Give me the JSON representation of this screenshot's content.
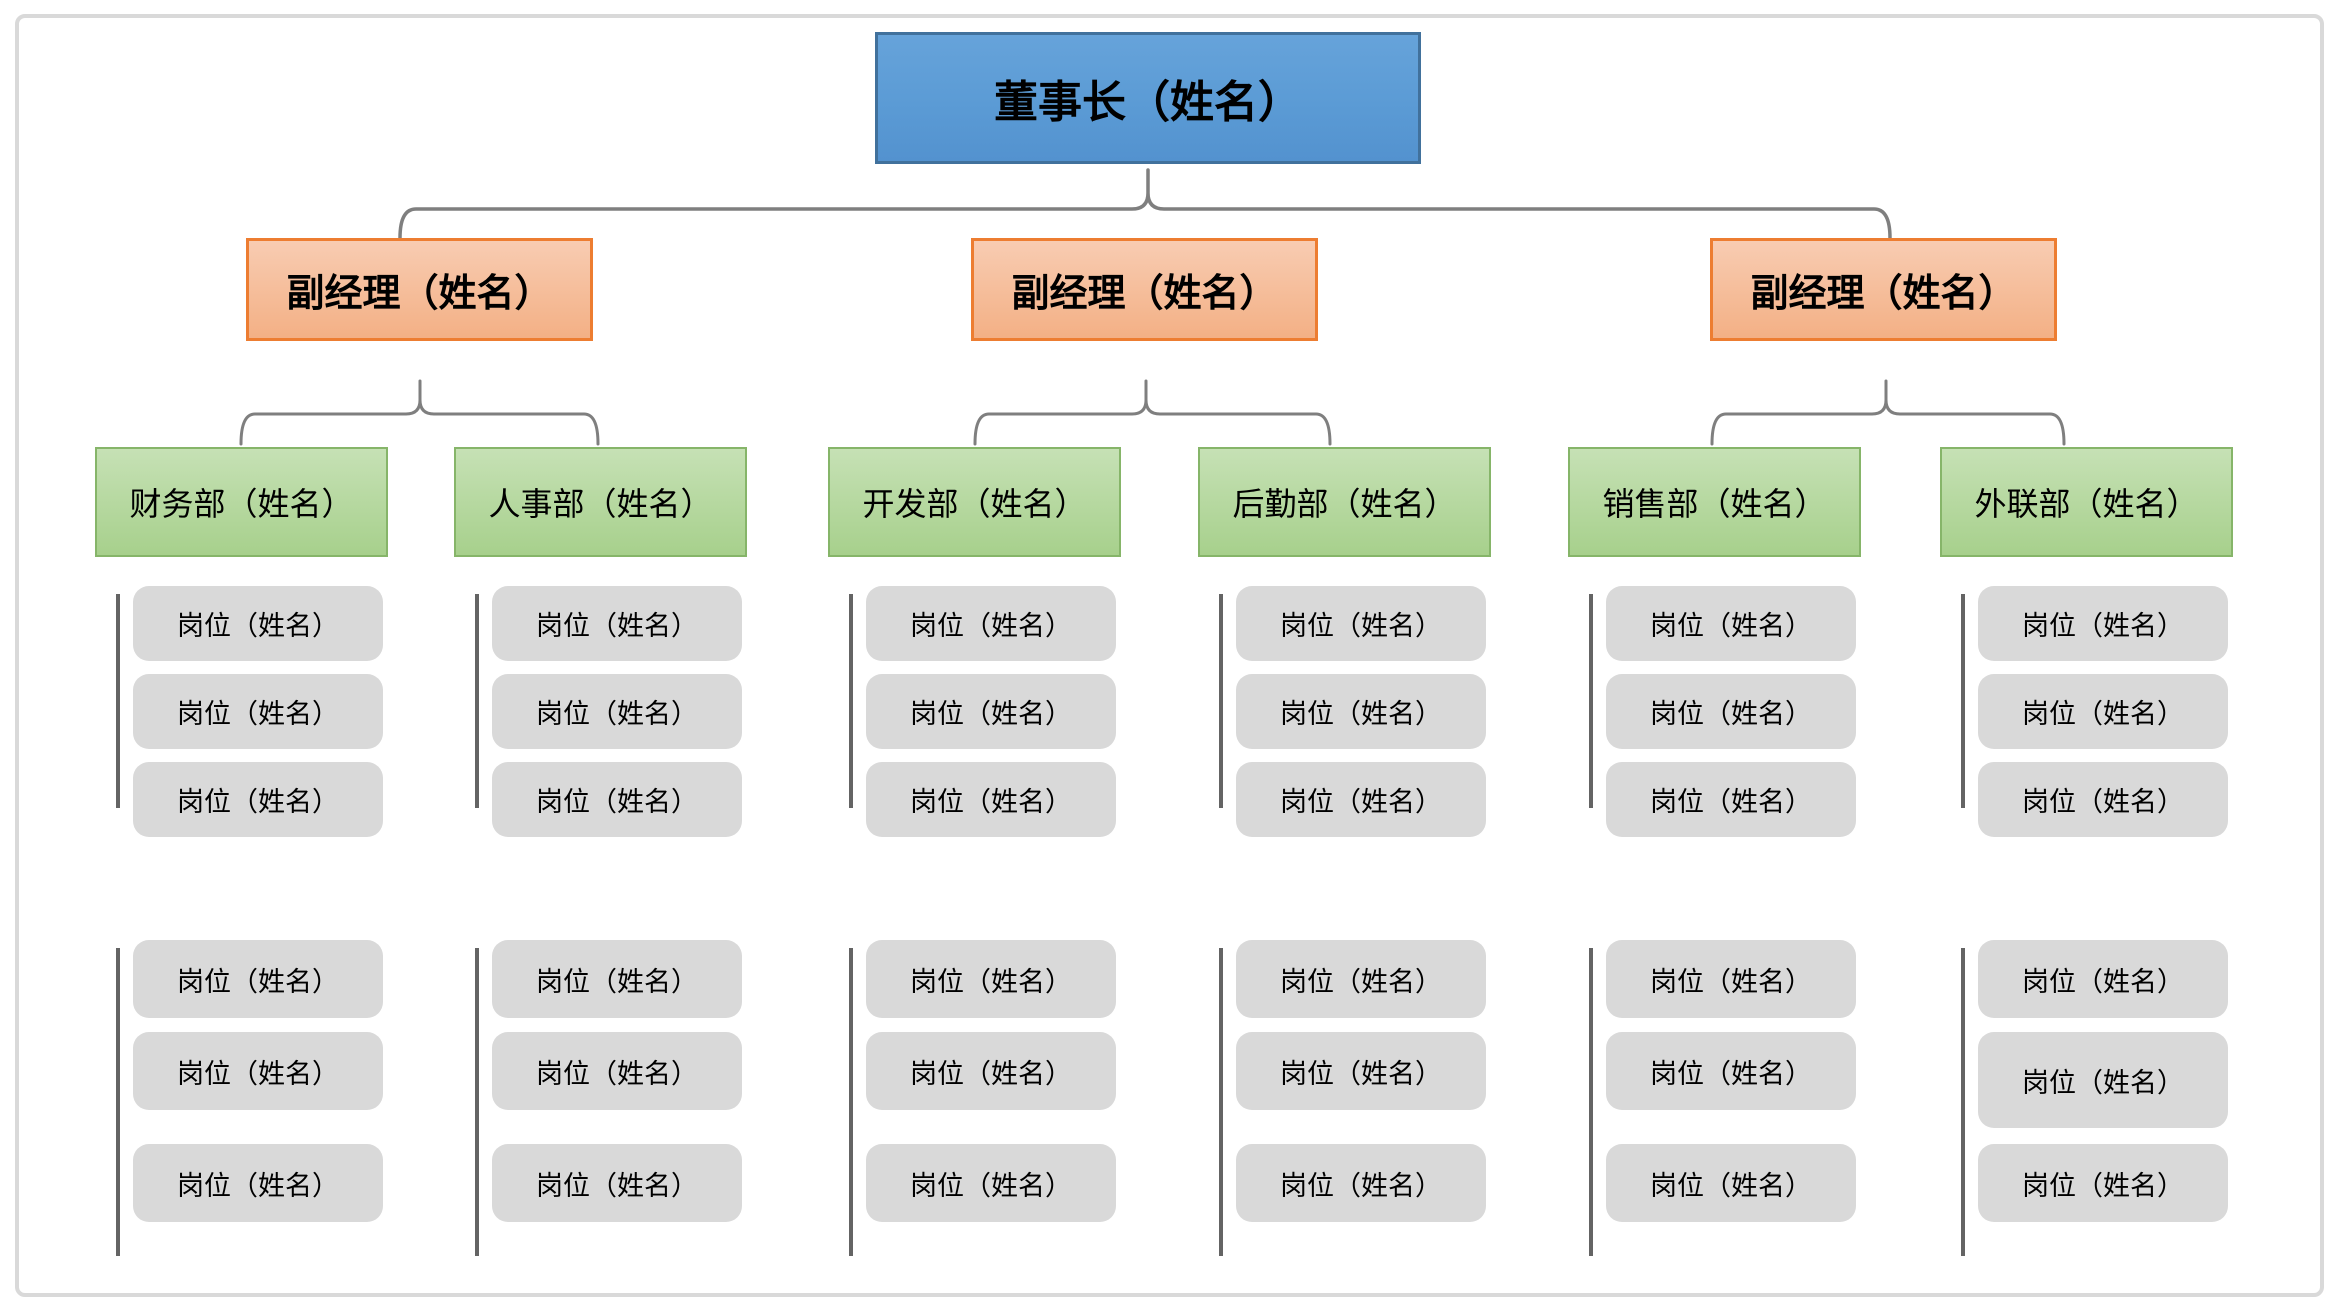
{
  "org_chart": {
    "chairman": {
      "label": "董事长（姓名）"
    },
    "deputies": [
      {
        "label": "副经理（姓名）"
      },
      {
        "label": "副经理（姓名）"
      },
      {
        "label": "副经理（姓名）"
      }
    ],
    "departments": [
      {
        "label": "财务部（姓名）"
      },
      {
        "label": "人事部（姓名）"
      },
      {
        "label": "开发部（姓名）"
      },
      {
        "label": "后勤部（姓名）"
      },
      {
        "label": "销售部（姓名）"
      },
      {
        "label": "外联部（姓名）"
      }
    ],
    "position_label": "岗位（姓名）",
    "position_groups_per_department": 2,
    "positions_per_group": 3,
    "positions_per_department": 6
  },
  "colors": {
    "chairman_fill": "#5B9BD5",
    "chairman_border": "#41719C",
    "deputy_fill_top": "#F8CCB2",
    "deputy_fill_bottom": "#F3B085",
    "deputy_border": "#ED7D31",
    "dept_fill_top": "#C6E1B5",
    "dept_fill_bottom": "#A7D08C",
    "dept_border": "#86B569",
    "position_fill": "#D9D9D9",
    "connector": "#7F7F7F",
    "group_line": "#646464",
    "frame_border": "#D9D9D9"
  }
}
